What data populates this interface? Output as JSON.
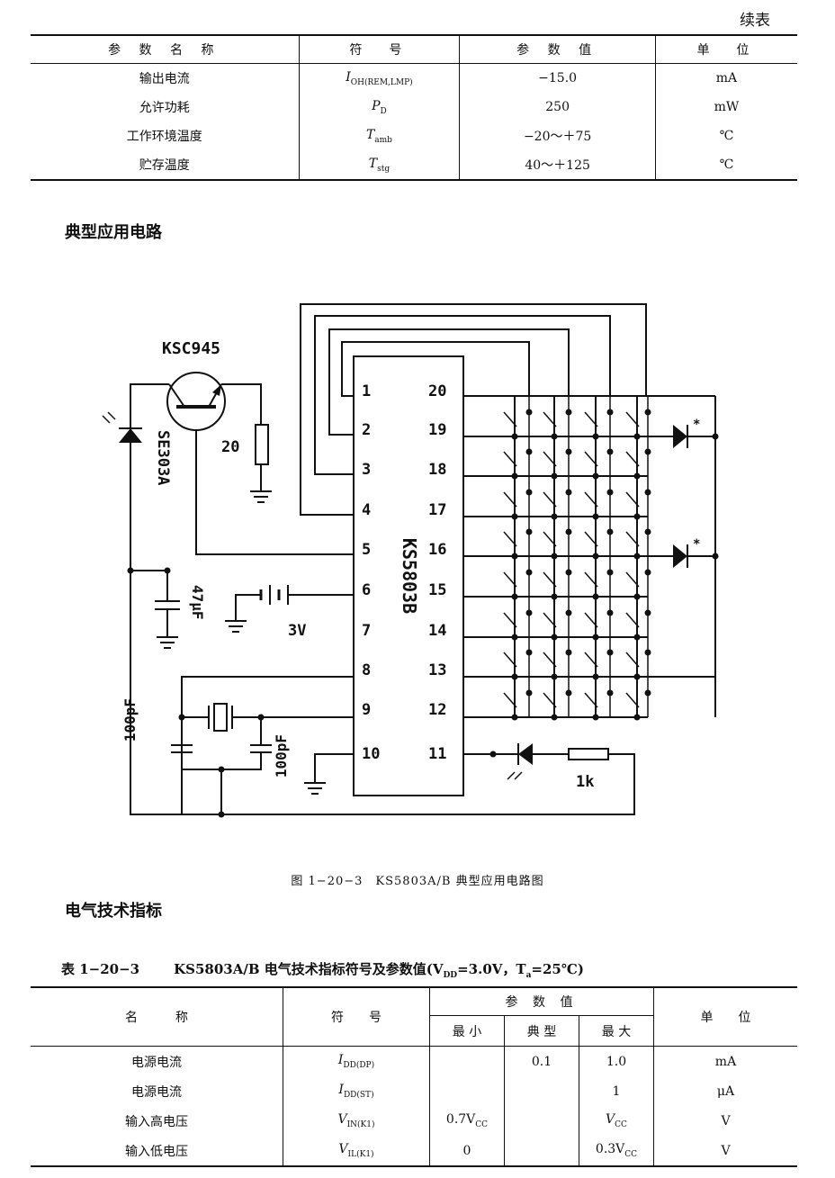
{
  "continued_label": "续表",
  "table1": {
    "headers": [
      "参 数 名 称",
      "符　号",
      "参 数 值",
      "单　位"
    ],
    "rows": [
      {
        "name": "输出电流",
        "symbol": "I",
        "symbol_sub": "OH(REM,LMP)",
        "value": "−15.0",
        "unit": "mA"
      },
      {
        "name": "允许功耗",
        "symbol": "P",
        "symbol_sub": "D",
        "value": "250",
        "unit": "mW"
      },
      {
        "name": "工作环境温度",
        "symbol": "T",
        "symbol_sub": "amb",
        "value": "−20～＋75",
        "unit": "℃"
      },
      {
        "name": "贮存温度",
        "symbol": "T",
        "symbol_sub": "stg",
        "value": "40～＋125",
        "unit": "℃"
      }
    ]
  },
  "section_circuit": "典型应用电路",
  "circuit": {
    "transistor": "KSC945",
    "led_label": "SE303A",
    "resistor_20": "20",
    "cap_47": "47μF",
    "battery": "3V",
    "chip": "KS5803B",
    "cap_100_left": "100pF",
    "cap_100_right": "100pF",
    "resistor_1k": "1k",
    "diode_mark": "*",
    "pins_left": [
      "1",
      "2",
      "3",
      "4",
      "5",
      "6",
      "7",
      "8",
      "9",
      "10"
    ],
    "pins_right": [
      "20",
      "19",
      "18",
      "17",
      "16",
      "15",
      "14",
      "13",
      "12",
      "11"
    ]
  },
  "figure_caption": "图 1−20−3　KS5803A/B 典型应用电路图",
  "section_electrical": "电气技术指标",
  "table2": {
    "caption_num": "表 1−20−3",
    "caption_text": "KS5803A/B 电气技术指标符号及参数值(V",
    "caption_sub1": "DD",
    "caption_mid": "=3.0V，T",
    "caption_sub2": "a",
    "caption_end": "=25℃)",
    "header_name": "名　　　称",
    "header_symbol": "符　　号",
    "header_value": "参 数 值",
    "header_min": "最 小",
    "header_typ": "典 型",
    "header_max": "最 大",
    "header_unit": "单　　位",
    "rows": [
      {
        "name": "电源电流",
        "symbol": "I",
        "symbol_sub": "DD(DP)",
        "min": "",
        "typ": "0.1",
        "max": "1.0",
        "unit": "mA"
      },
      {
        "name": "电源电流",
        "symbol": "I",
        "symbol_sub": "DD(ST)",
        "min": "",
        "typ": "",
        "max": "1",
        "unit": "μA"
      },
      {
        "name": "输入高电压",
        "symbol": "V",
        "symbol_sub": "IN(K1)",
        "min": "0.7V",
        "min_sub": "CC",
        "typ": "",
        "max": "V",
        "max_sub": "CC",
        "unit": "V"
      },
      {
        "name": "输入低电压",
        "symbol": "V",
        "symbol_sub": "IL(K1)",
        "min": "0",
        "typ": "",
        "max": "0.3V",
        "max_sub": "CC",
        "unit": "V"
      }
    ]
  }
}
